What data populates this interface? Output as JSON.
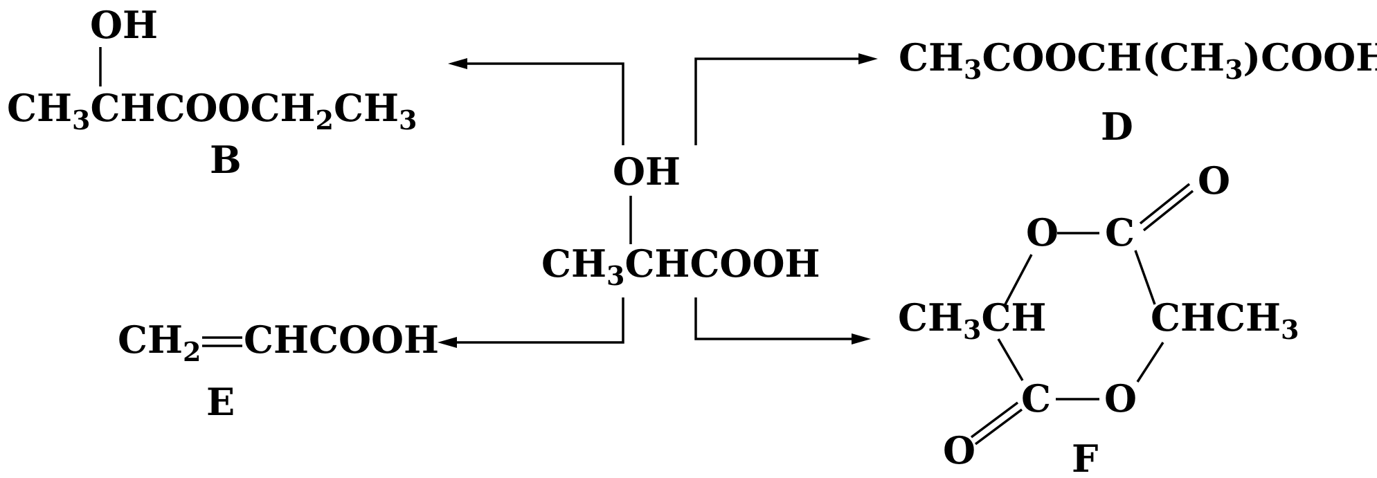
{
  "center": {
    "oh": "OH",
    "ch3": "CH",
    "ch3_sub": "3",
    "rest": "CHCOOH"
  },
  "B": {
    "oh": "OH",
    "p1": "CH",
    "s1": "3",
    "p2": "CHCOOCH",
    "s2": "2",
    "p3": "CH",
    "s3": "3",
    "label": "B"
  },
  "D": {
    "p1": "CH",
    "s1": "3",
    "p2": "COOCH(CH",
    "s2": "3",
    "p3": ")COOH",
    "label": "D"
  },
  "E": {
    "p1": "CH",
    "s1": "2",
    "p2": "CHCOOH",
    "label": "E"
  },
  "F": {
    "o_top": "O",
    "o_ring_top": "O",
    "c_top": "C",
    "left_ch3": "CH",
    "left_sub": "3",
    "left_ch": "CH",
    "right_ch": "CHCH",
    "right_sub": "3",
    "c_bottom": "C",
    "o_ring_bottom": "O",
    "o_bottom": "O",
    "label": "F"
  }
}
